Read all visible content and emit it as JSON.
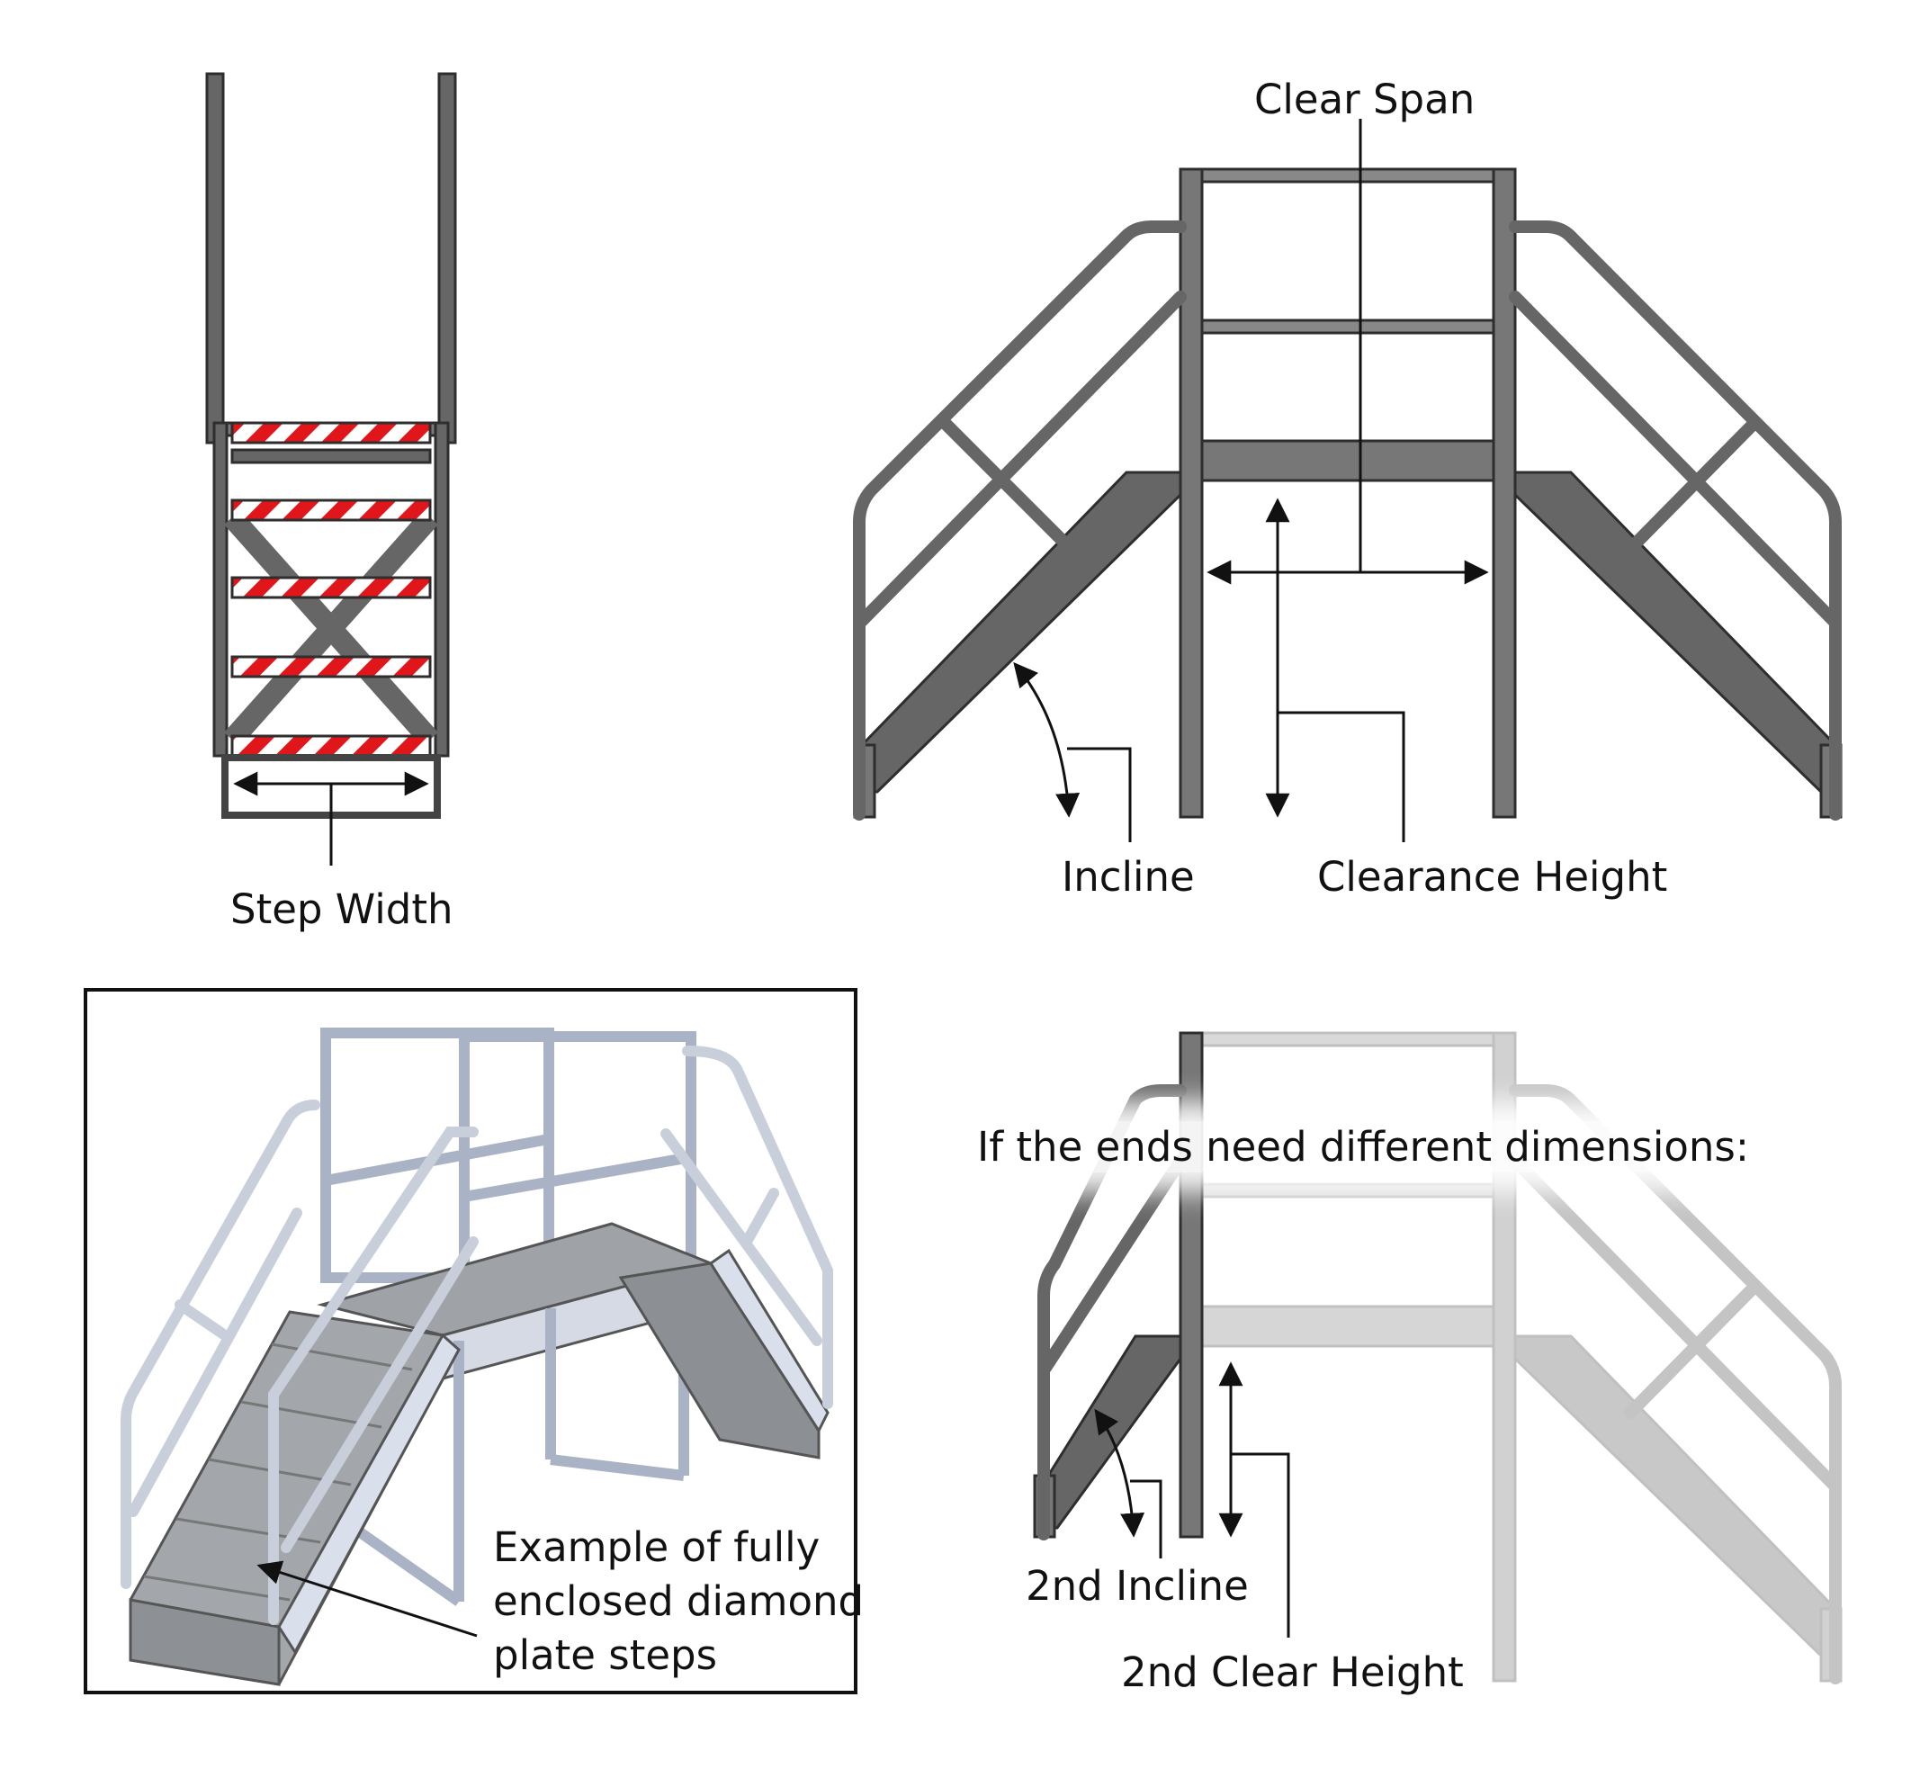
{
  "labels": {
    "step_width": "Step Width",
    "clear_span": "Clear Span",
    "incline": "Incline",
    "clearance_height": "Clearance Height",
    "header_note": "If the ends need different dimensions:",
    "second_incline": "2nd Incline",
    "second_clear_height": "2nd Clear Height"
  },
  "example_note": {
    "line1": "Example of fully",
    "line2": "enclosed diamond",
    "line3": "plate steps"
  },
  "colors": {
    "steel_dark": "#5f5f5f",
    "steel_outline": "#2e2e2e",
    "steel_light": "#bdbdbd",
    "safety_red": "#e0161b",
    "aluminum": "#dfe4ee"
  }
}
